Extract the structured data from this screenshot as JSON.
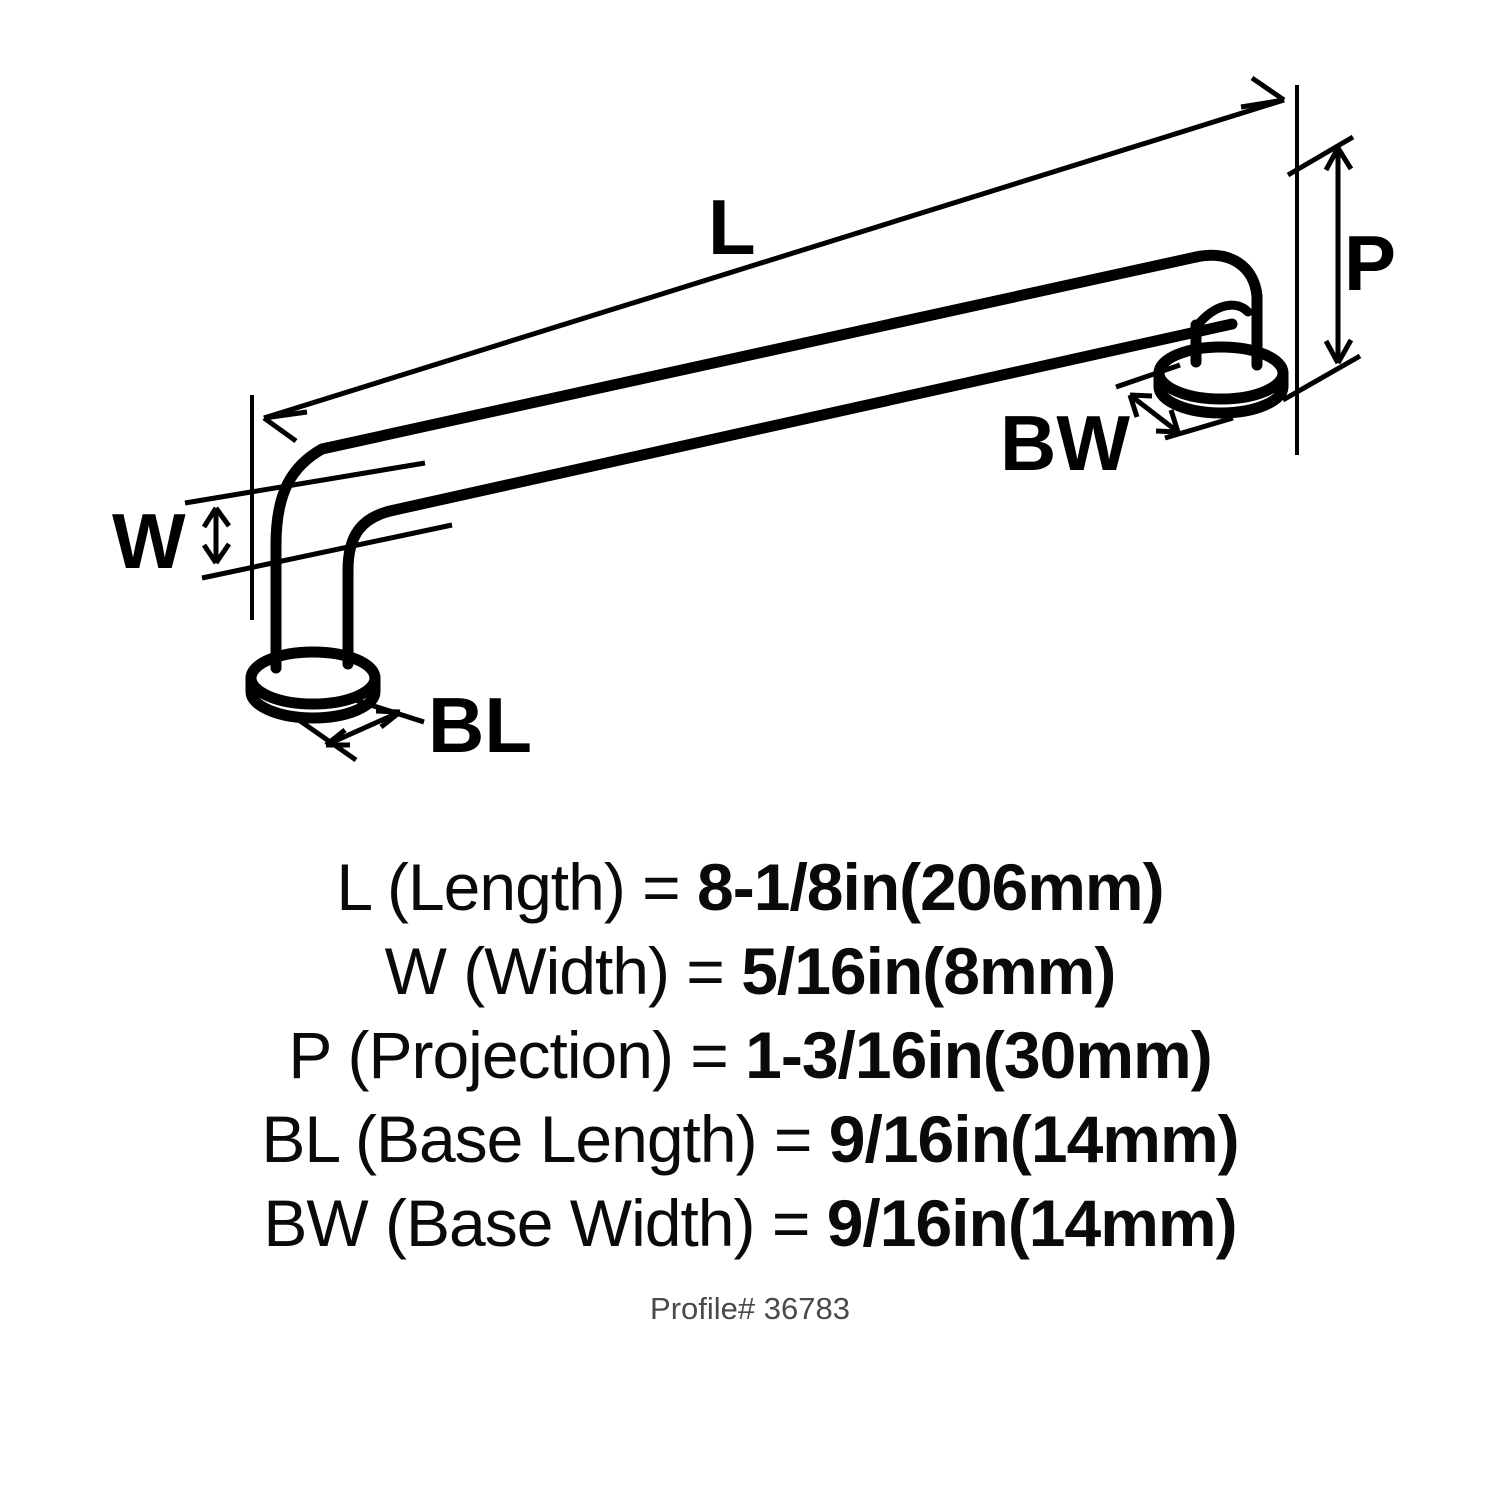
{
  "product": {
    "type": "cabinet-pull-handle-dimension-diagram",
    "profile_label": "Profile# 36783"
  },
  "diagram": {
    "labels": {
      "length": "L",
      "width": "W",
      "projection": "P",
      "base_length": "BL",
      "base_width": "BW"
    }
  },
  "specs": [
    {
      "key": "L",
      "label": "L (Length) = ",
      "value": "8-1/8in(206mm)",
      "value_in": "8-1/8in",
      "value_mm": "206mm"
    },
    {
      "key": "W",
      "label": "W (Width) = ",
      "value": "5/16in(8mm)",
      "value_in": "5/16in",
      "value_mm": "8mm"
    },
    {
      "key": "P",
      "label": "P (Projection) = ",
      "value": "1-3/16in(30mm)",
      "value_in": "1-3/16in",
      "value_mm": "30mm"
    },
    {
      "key": "BL",
      "label": "BL (Base Length) = ",
      "value": "9/16in(14mm)",
      "value_in": "9/16in",
      "value_mm": "14mm"
    },
    {
      "key": "BW",
      "label": "BW (Base Width) = ",
      "value": "9/16in(14mm)",
      "value_in": "9/16in",
      "value_mm": "14mm"
    }
  ],
  "colors": {
    "background": "#ffffff",
    "ink": "#000000",
    "profile_text": "#4a4a4a"
  }
}
